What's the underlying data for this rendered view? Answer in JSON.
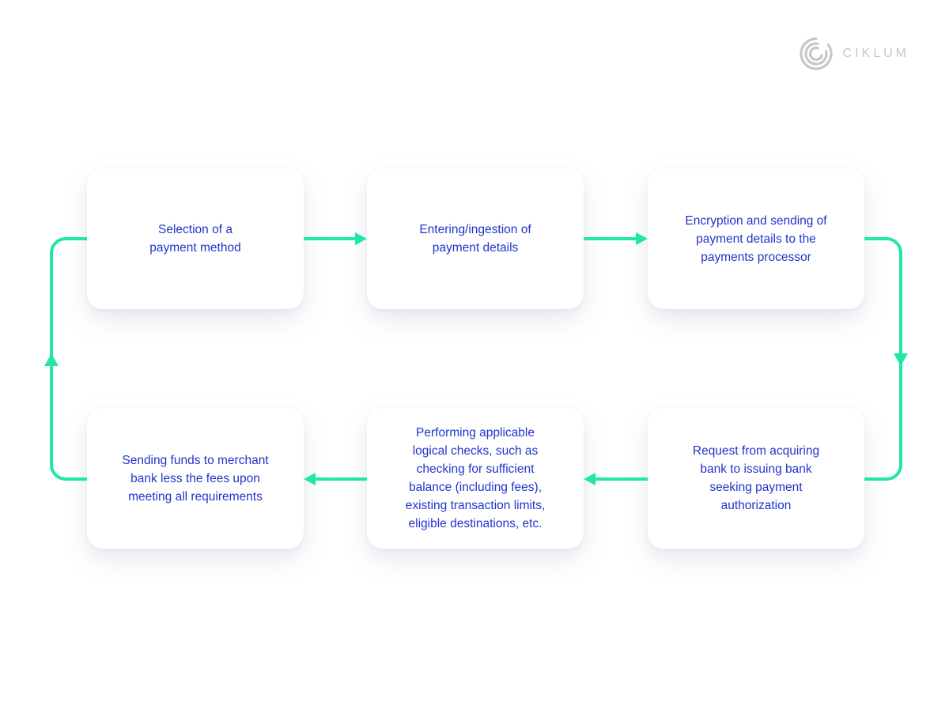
{
  "logo": {
    "brand": "CIKLUM"
  },
  "colors": {
    "arrow": "#21e6a7",
    "box_text": "#2134ca",
    "logo": "#c7c7c9",
    "background": "#ffffff"
  },
  "flow": {
    "boxes": [
      {
        "label": [
          "Selection of a",
          "payment method"
        ]
      },
      {
        "label": [
          "Entering/ingestion of",
          "payment details"
        ]
      },
      {
        "label": [
          "Encryption and sending of",
          "payment details to the",
          "payments processor"
        ]
      },
      {
        "label": [
          "Request from acquiring",
          "bank to issuing bank",
          "seeking payment",
          "authorization"
        ]
      },
      {
        "label": [
          "Performing applicable",
          "logical checks, such as",
          "checking for sufficient",
          "balance (including fees),",
          "existing transaction limits,",
          "eligible destinations, etc."
        ]
      },
      {
        "label": [
          "Sending funds to merchant",
          "bank less the fees upon",
          "meeting all requirements"
        ]
      }
    ]
  }
}
